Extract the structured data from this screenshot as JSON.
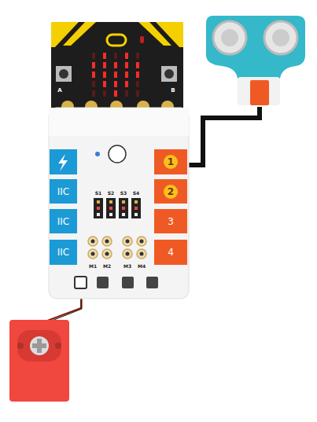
{
  "diagram": {
    "nodes": [
      {
        "text": [
          "1"
        ]
      },
      {
        "text": [
          "2"
        ]
      },
      {
        "text": [
          "3"
        ]
      },
      {
        "text": [
          "4"
        ]
      },
      {
        "text": [
          "IIC"
        ]
      },
      {
        "text": [
          "IIC"
        ]
      },
      {
        "text": [
          "IIC"
        ]
      }
    ],
    "labels": [
      "A",
      "B",
      "S1",
      "S2",
      "S3",
      "S4",
      "M1",
      "M2",
      "M3",
      "M4"
    ]
  }
}
